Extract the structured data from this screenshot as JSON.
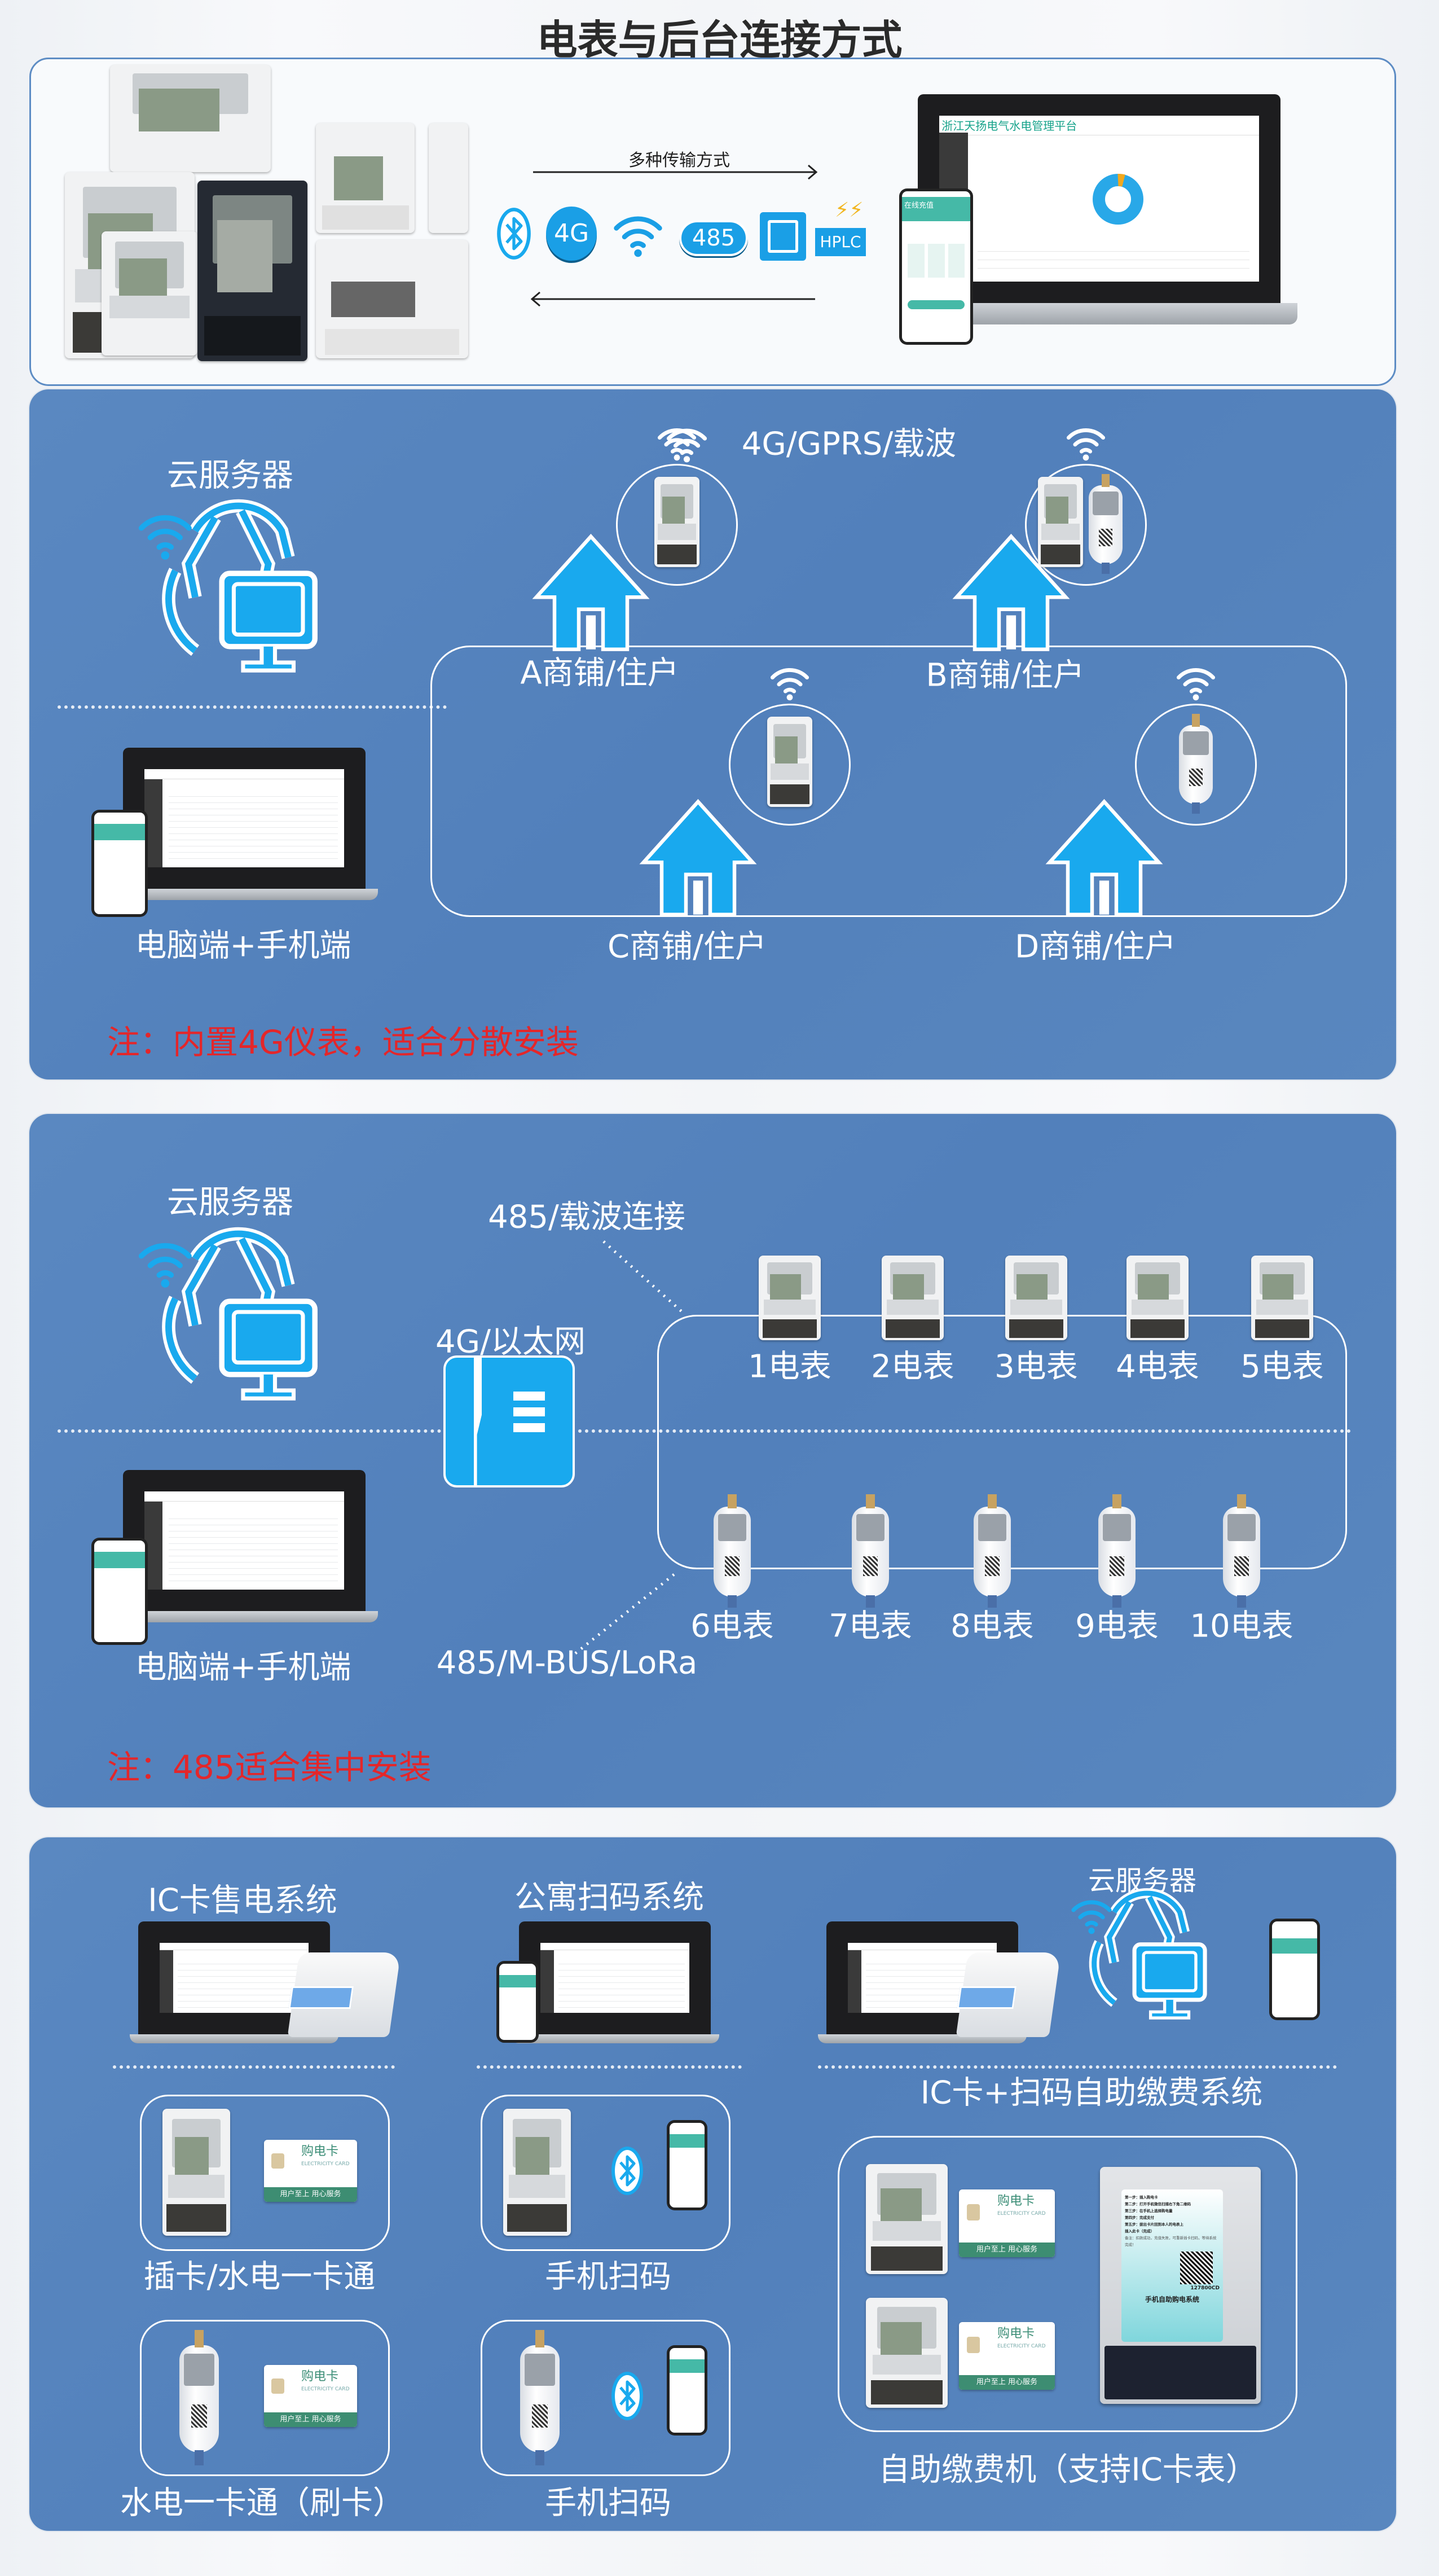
{
  "title": "电表与后台连接方式",
  "overview": {
    "transmission_label": "多种传输方式",
    "protocols": {
      "cellular": "4G",
      "rs485": "485",
      "hplc": "HPLC"
    },
    "platform_title": "浙江天扬电气水电管理平台",
    "mobile_title": "在线充值"
  },
  "section_4g": {
    "cloud_label": "云服务器",
    "network_label": "4G/GPRS/载波",
    "client_label": "电脑端+手机端",
    "sites": [
      "A商铺/住户",
      "B商铺/住户",
      "C商铺/住户",
      "D商铺/住户"
    ],
    "note": "注：内置4G仪表，适合分散安装"
  },
  "section_485": {
    "cloud_label": "云服务器",
    "upper_link_label": "485/载波连接",
    "gateway_label": "4G/以太网",
    "lower_link_label": "485/M-BUS/LoRa",
    "client_label": "电脑端+手机端",
    "meters": [
      "1电表",
      "2电表",
      "3电表",
      "4电表",
      "5电表",
      "6电表",
      "7电表",
      "8电表",
      "9电表",
      "10电表"
    ],
    "note": "注：485适合集中安装"
  },
  "section_systems": {
    "ic_title": "IC卡售电系统",
    "scan_title": "公寓扫码系统",
    "cloud_label": "云服务器",
    "self_service_title": "IC卡+扫码自助缴费系统",
    "items": [
      "插卡/水电一卡通",
      "手机扫码",
      "水电一卡通（刷卡）",
      "手机扫码"
    ],
    "kiosk_label": "自助缴费机（支持IC卡表）",
    "card": {
      "title": "购电卡",
      "subtitle": "ELECTRICITY CARD",
      "slogan": "用户至上  用心服务"
    },
    "kiosk": {
      "steps": [
        "第一步：插入购电卡",
        "第二步：打开手机微信扫描右下角二维码",
        "第三步：在手机上选择购电量",
        "第四步：完成支付",
        "第五步：拔出卡片回到本人的电表上",
        "插入此卡（完成）"
      ],
      "remark": "备注：扣款成功，充值失败，可重新插卡扫码，等待系统完成！",
      "code": "127800CD",
      "screen_title": "手机自助购电系统"
    }
  },
  "colors": {
    "panel_blue": "#5784bd",
    "icon_blue": "#1ea6ea",
    "note_red": "#e4262a"
  }
}
